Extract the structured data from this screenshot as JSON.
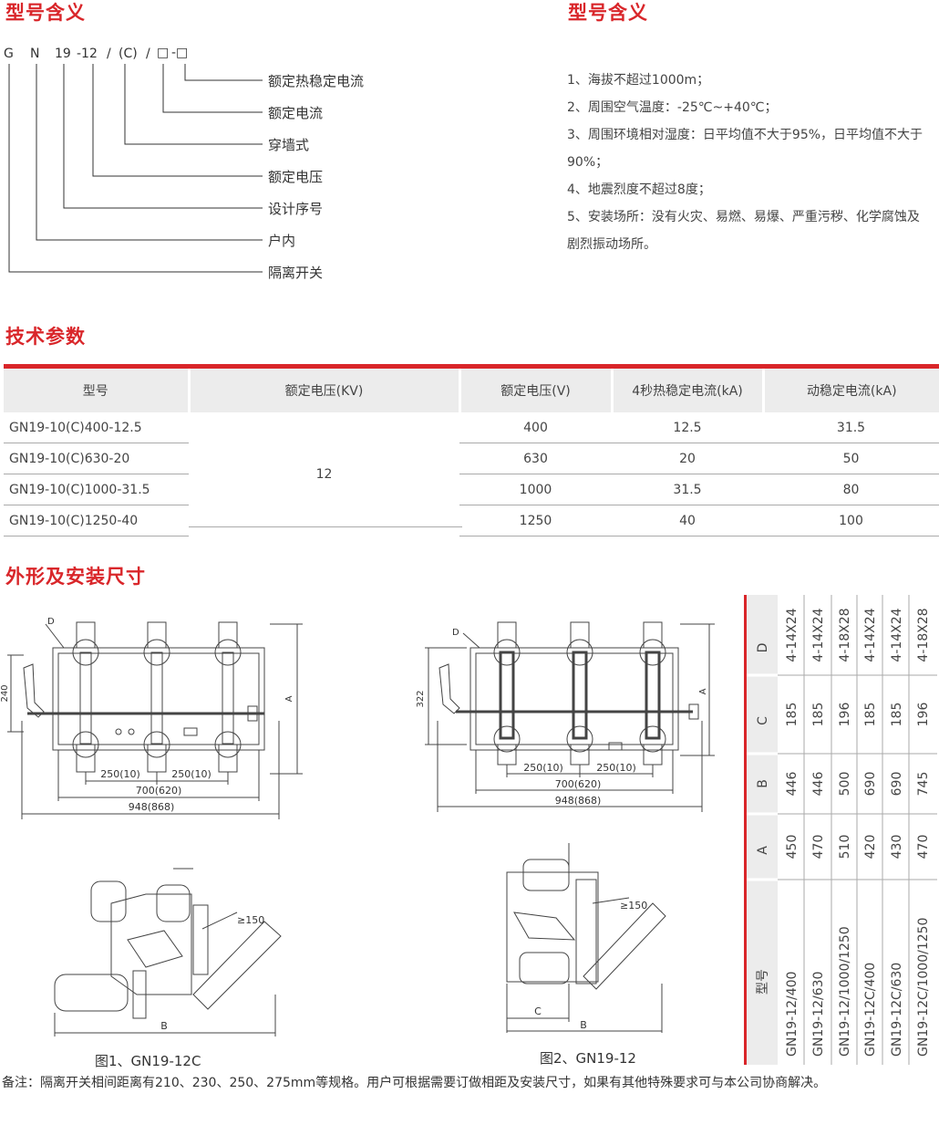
{
  "model_meaning": {
    "title_left": "型号含义",
    "title_right": "型号含义",
    "code_parts": [
      "G",
      "N",
      "19",
      "-12",
      "/",
      "(C)",
      "/",
      "□",
      "-□"
    ],
    "legend": [
      "额定热稳定电流",
      "额定电流",
      "穿墙式",
      "额定电压",
      "设计序号",
      "户内",
      "隔离开关"
    ]
  },
  "conditions": [
    "1、海拔不超过1000m；",
    "2、周围空气温度：-25℃~+40℃；",
    "3、周围环境相对湿度：日平均值不大于95%，日平均值不大于90%；",
    "4、地震烈度不超过8度；",
    "5、安装场所：没有火灾、易燃、易爆、严重污秽、化学腐蚀及剧烈振动场所。"
  ],
  "tech": {
    "title": "技术参数",
    "headers": [
      "型号",
      "额定电压(KV)",
      "额定电压(V)",
      "4秒热稳定电流(kA)",
      "动稳定电流(kA)"
    ],
    "voltage_kv": "12",
    "rows": [
      {
        "model": "GN19-10(C)400-12.5",
        "v": "400",
        "thermal": "12.5",
        "dynamic": "31.5"
      },
      {
        "model": "GN19-10(C)630-20",
        "v": "630",
        "thermal": "20",
        "dynamic": "50"
      },
      {
        "model": "GN19-10(C)1000-31.5",
        "v": "1000",
        "thermal": "31.5",
        "dynamic": "80"
      },
      {
        "model": "GN19-10(C)1250-40",
        "v": "1250",
        "thermal": "40",
        "dynamic": "100"
      }
    ]
  },
  "dims": {
    "title": "外形及安装尺寸",
    "fig1": {
      "d": "D",
      "h": "240",
      "a": "A",
      "s1": "250(10)",
      "s2": "250(10)",
      "w1": "700(620)",
      "w2": "948(868)"
    },
    "fig2": {
      "d": "D",
      "h": "322",
      "a": "A",
      "s1": "250(10)",
      "s2": "250(10)",
      "w1": "700(620)",
      "w2": "948(868)"
    },
    "side": {
      "clear": "≥150",
      "b": "B",
      "c": "C"
    },
    "cap1": "图1、GN19-12C",
    "cap2": "图2、GN19-12"
  },
  "dim_table": {
    "headers": [
      "D",
      "C",
      "B",
      "A",
      "型号"
    ],
    "rows": [
      {
        "model": "GN19-12/400",
        "A": "450",
        "B": "446",
        "C": "185",
        "D": "4-14X24"
      },
      {
        "model": "GN19-12/630",
        "A": "470",
        "B": "446",
        "C": "185",
        "D": "4-14X24"
      },
      {
        "model": "GN19-12/1000/1250",
        "A": "510",
        "B": "500",
        "C": "196",
        "D": "4-18X28"
      },
      {
        "model": "GN19-12C/400",
        "A": "420",
        "B": "690",
        "C": "185",
        "D": "4-14X24"
      },
      {
        "model": "GN19-12C/630",
        "A": "430",
        "B": "690",
        "C": "185",
        "D": "4-14X24"
      },
      {
        "model": "GN19-12C/1000/1250",
        "A": "470",
        "B": "745",
        "C": "196",
        "D": "4-18X28"
      }
    ]
  },
  "note": "备注：隔离开关相间距离有210、230、250、275mm等规格。用户可根据需要订做相距及安装尺寸，如果有其他特殊要求可与本公司协商解决。",
  "colors": {
    "accent": "#d9262a",
    "header_bg": "#ececec"
  }
}
